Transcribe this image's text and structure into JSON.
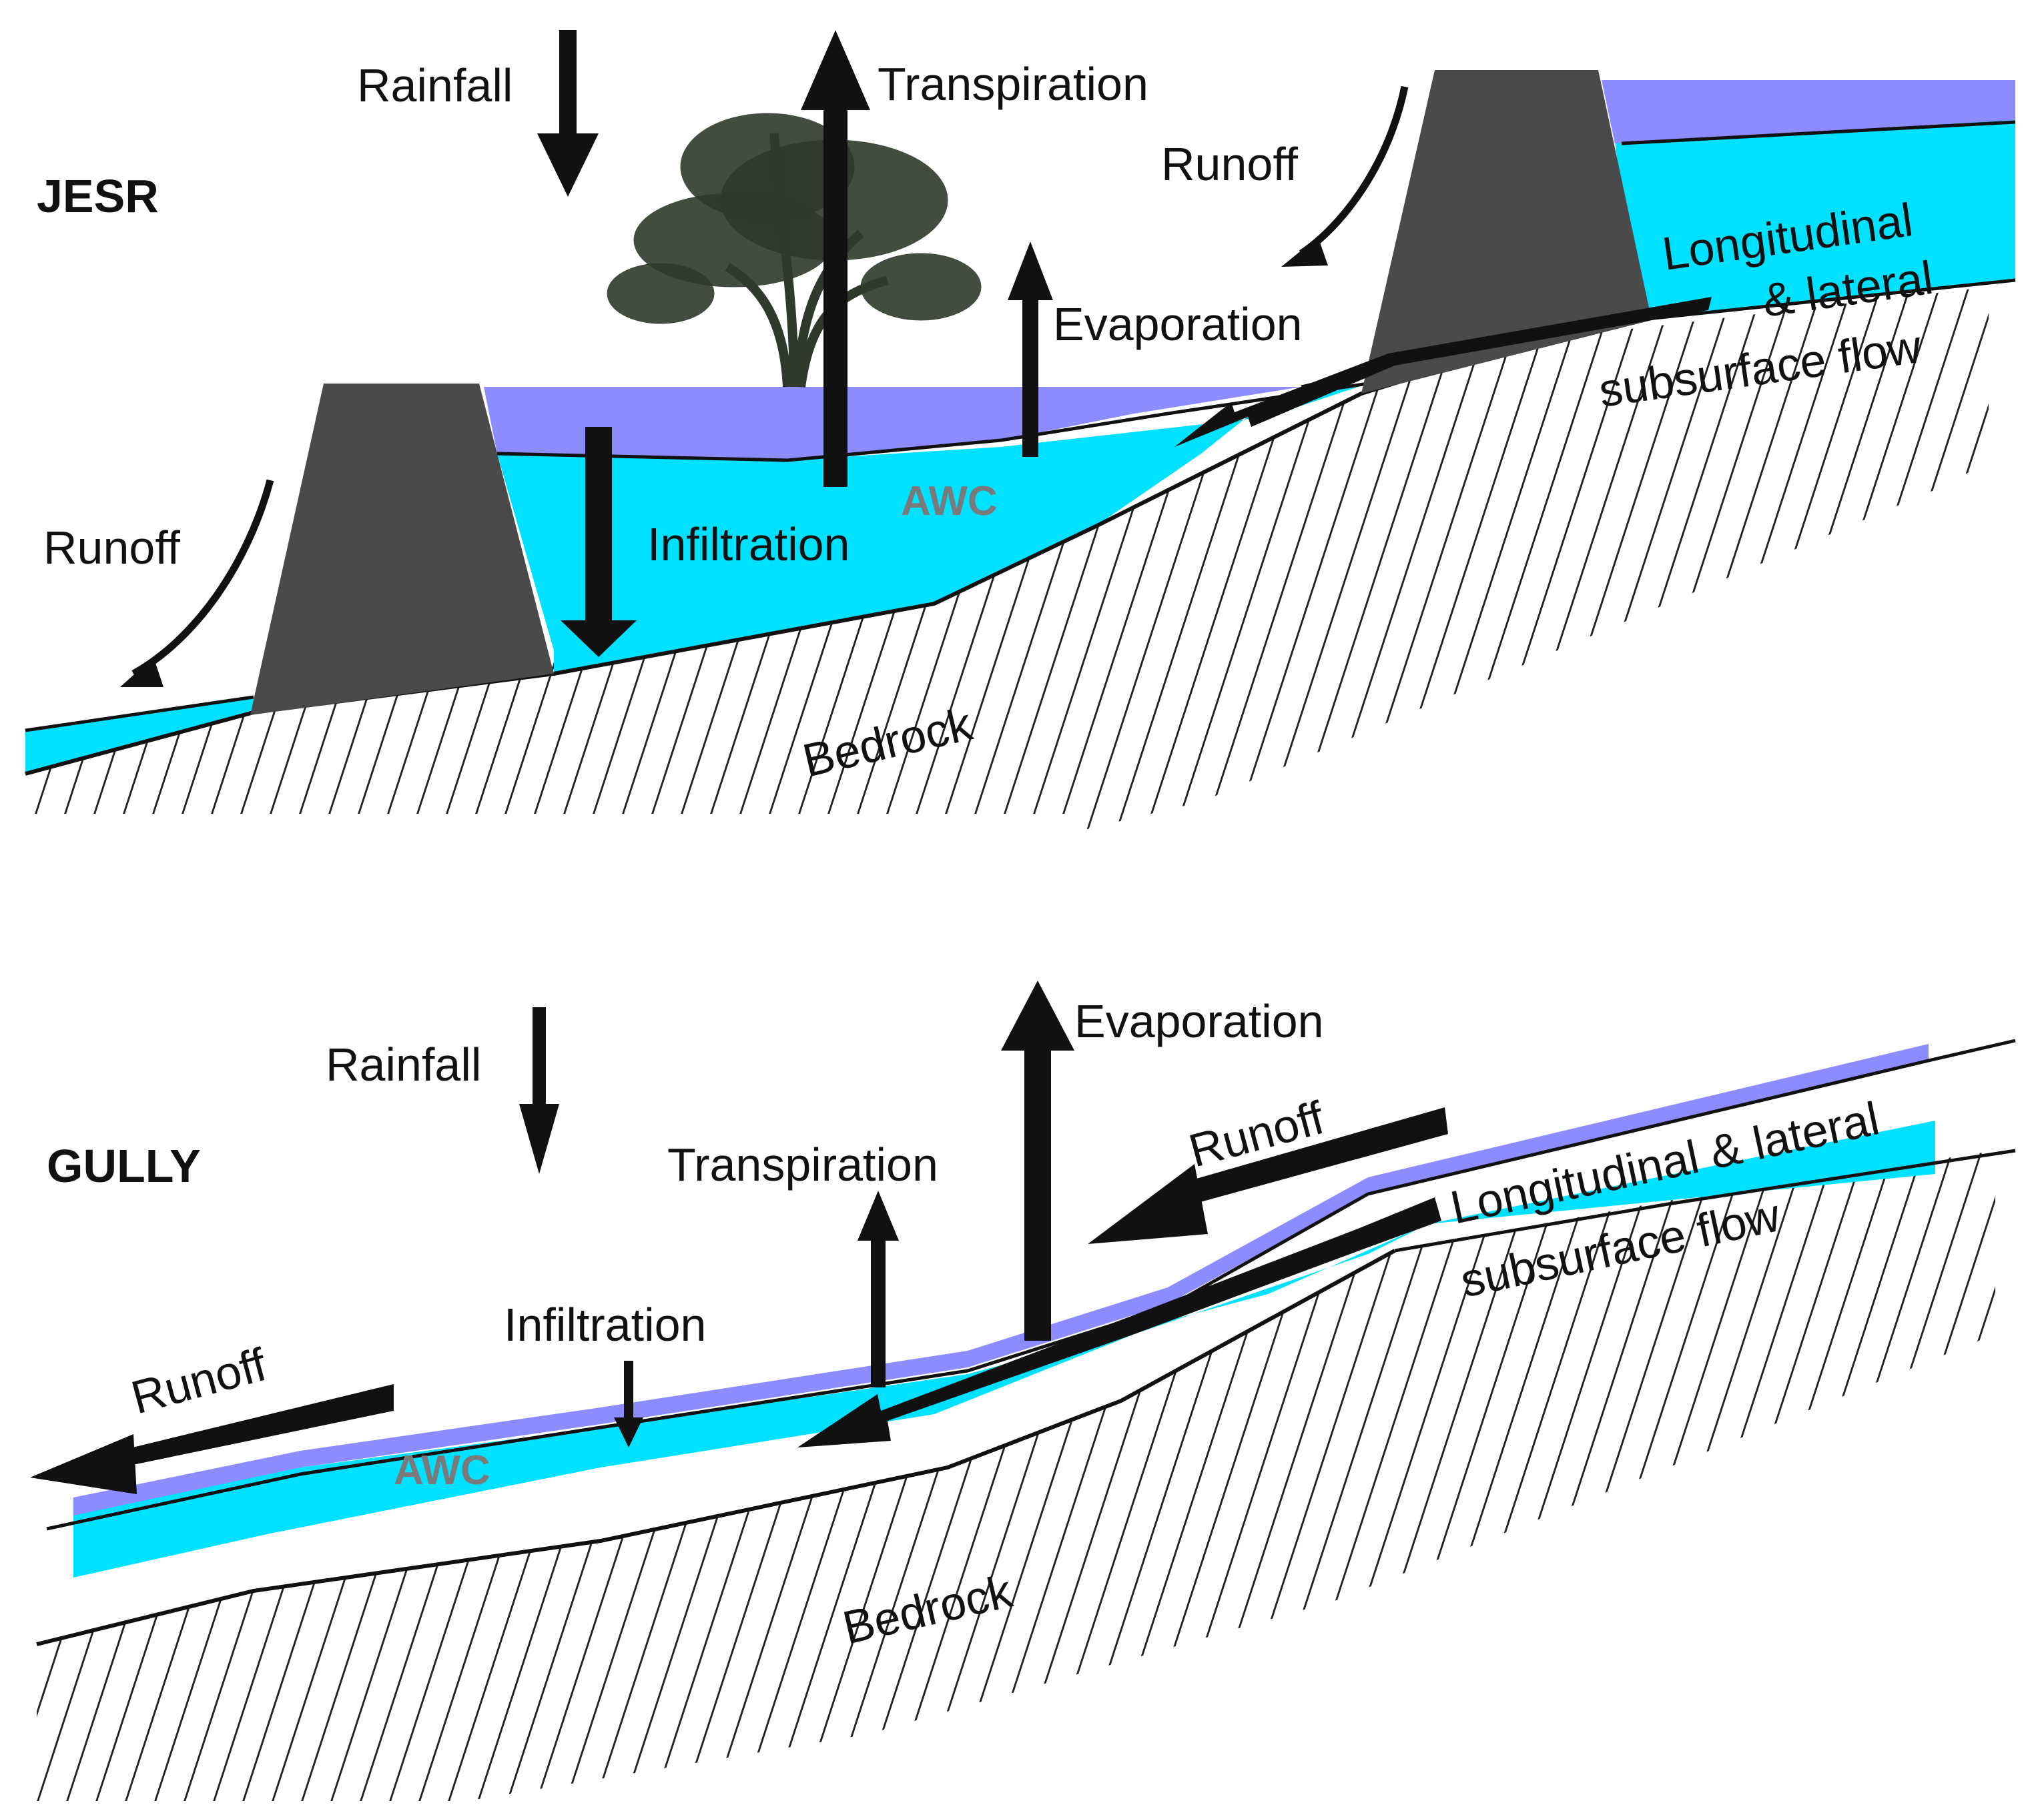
{
  "colors": {
    "surface_water": "#8c8cff",
    "soil_water": "#00e0ff",
    "dam": "#4a4a4a",
    "line": "#111111",
    "awc_text": "#7a7a7a",
    "tree": "#2f3a2a"
  },
  "jesr": {
    "title": "JESR",
    "rainfall": "Rainfall",
    "transpiration": "Transpiration",
    "evaporation": "Evaporation",
    "runoff_left": "Runoff",
    "runoff_right": "Runoff",
    "infiltration": "Infiltration",
    "awc": "AWC",
    "bedrock": "Bedrock",
    "subsurface_line1": "Longitudinal",
    "subsurface_line2": "& lateral",
    "subsurface_line3": "subsurface flow"
  },
  "gully": {
    "title": "GULLY",
    "rainfall": "Rainfall",
    "transpiration": "Transpiration",
    "evaporation": "Evaporation",
    "runoff_left": "Runoff",
    "runoff_right": "Runoff",
    "infiltration": "Infiltration",
    "awc": "AWC",
    "bedrock": "Bedrock",
    "subsurface_line1": "Longitudinal & lateral",
    "subsurface_line2": "subsurface flow"
  }
}
